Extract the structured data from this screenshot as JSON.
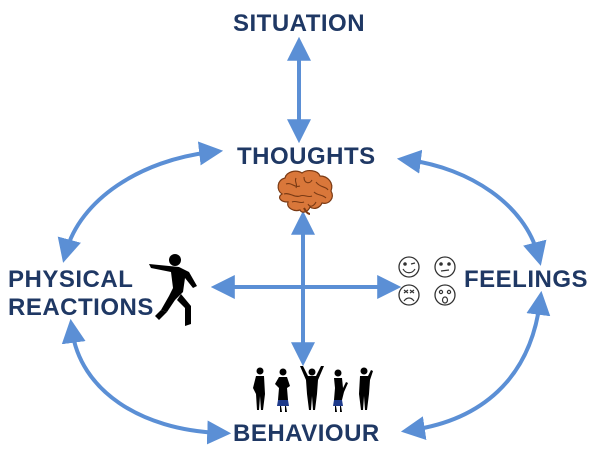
{
  "nodes": {
    "situation": "SITUATION",
    "thoughts": "THOUGHTS",
    "physical_line1": "PHYSICAL",
    "physical_line2": "REACTIONS",
    "feelings": "FEELINGS",
    "behaviour": "BEHAVIOUR"
  },
  "colors": {
    "text": "#1f3864",
    "arrow": "#5b8fd5",
    "brain": "#d9773a"
  },
  "icons": [
    "brain-icon",
    "running-person-icon",
    "emoji-faces-icon",
    "people-gesturing-icon"
  ]
}
